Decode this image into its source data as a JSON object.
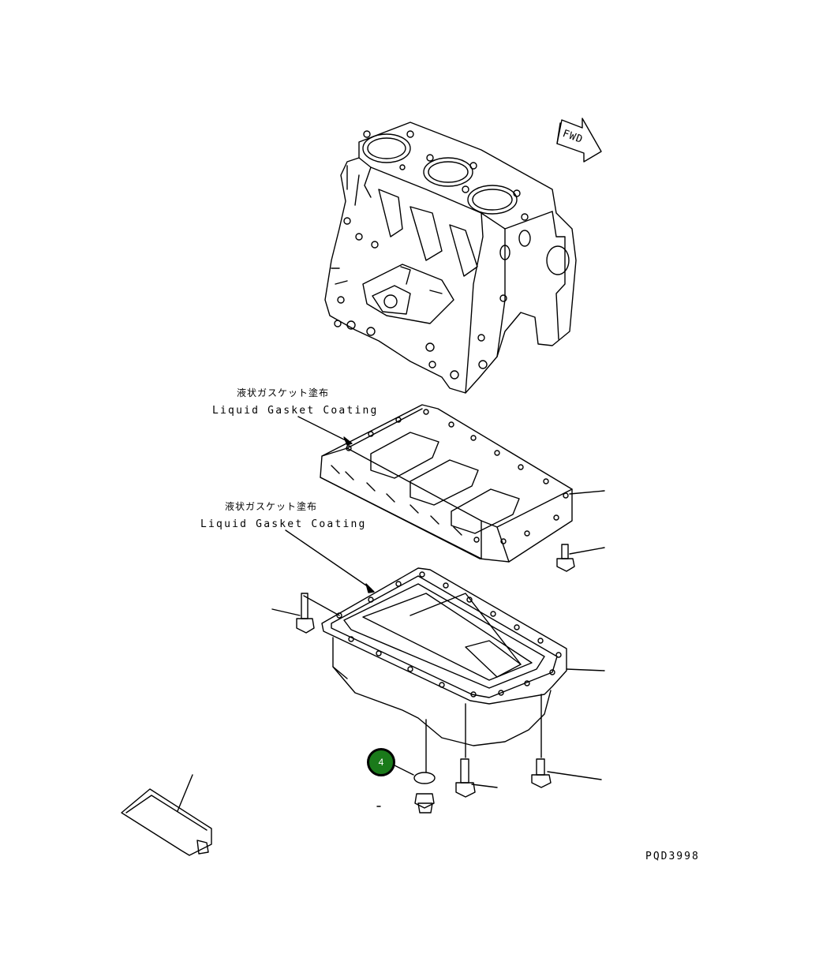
{
  "diagram": {
    "orientation_label": "FWD",
    "annotations": [
      {
        "japanese": "液状ガスケット塗布",
        "english": "Liquid Gasket Coating"
      },
      {
        "japanese": "液状ガスケット塗布",
        "english": "Liquid Gasket Coating"
      }
    ],
    "callouts": [
      {
        "number": "4"
      }
    ],
    "drawing_id": "PQD3998",
    "colors": {
      "line": "#000000",
      "callout_fill": "#1a7a1a",
      "background": "#ffffff"
    }
  }
}
